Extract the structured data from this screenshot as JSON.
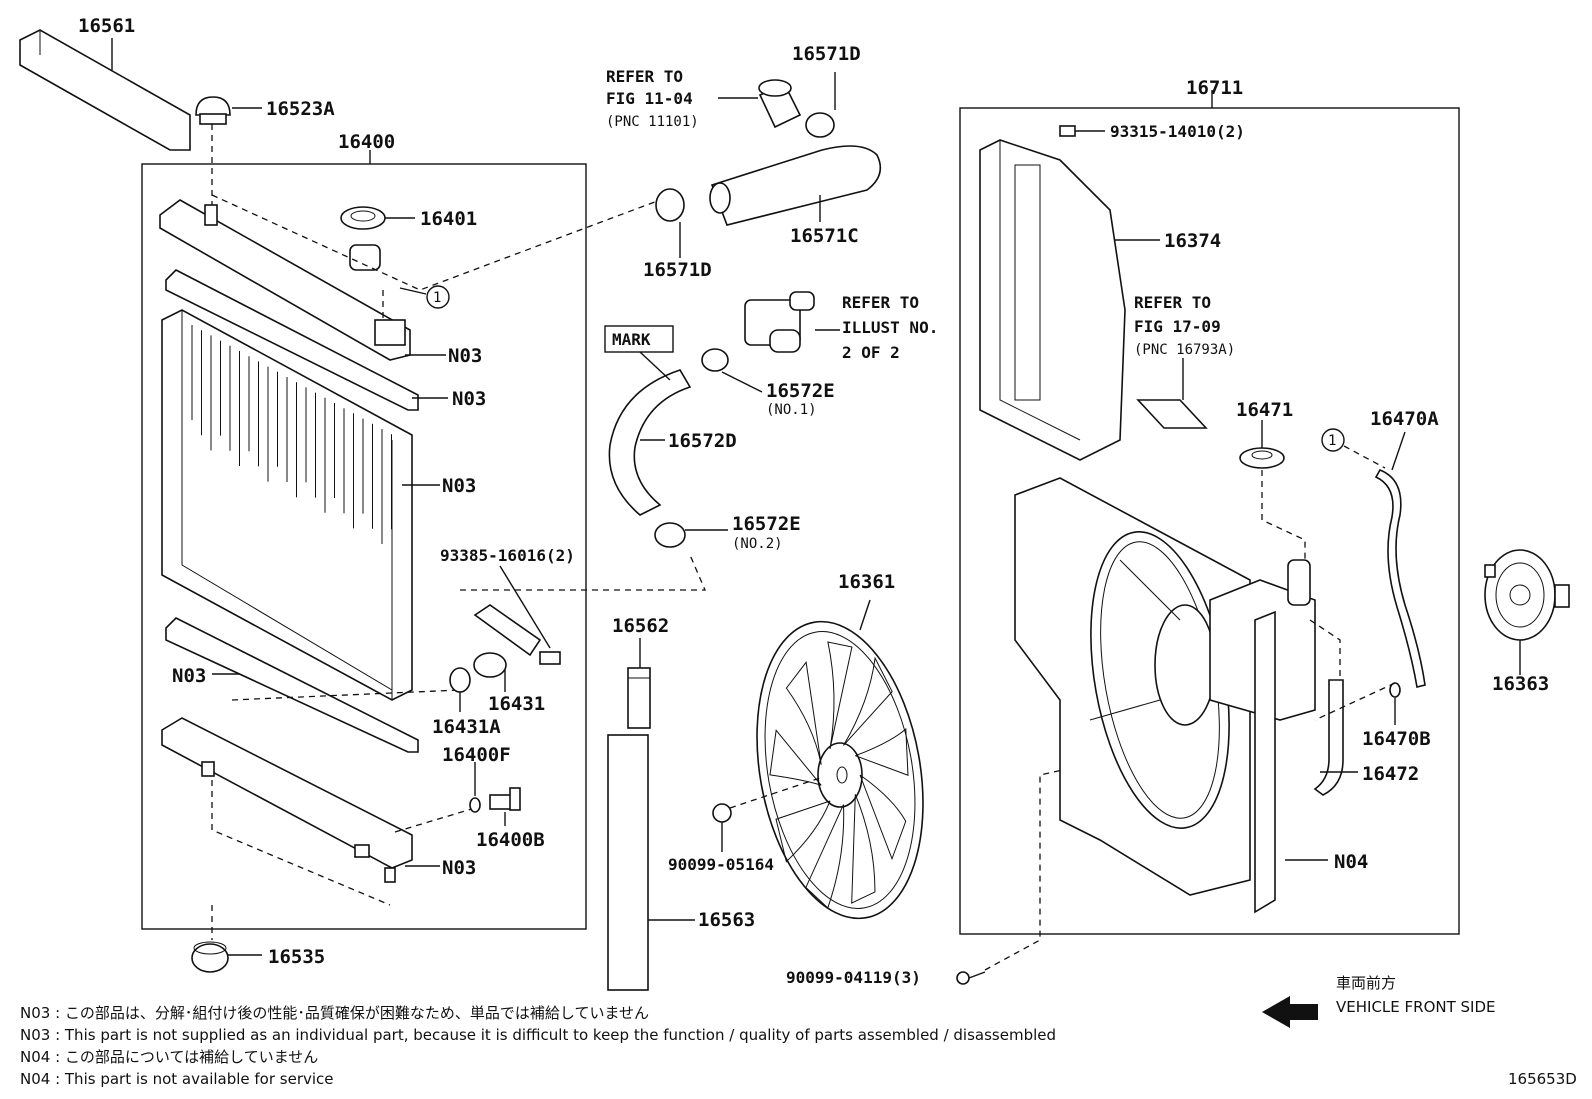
{
  "labels": {
    "p16561": "16561",
    "p16523A": "16523A",
    "p16400": "16400",
    "p16401": "16401",
    "pN03a": "N03",
    "pN03b": "N03",
    "pN03c": "N03",
    "pN03d": "N03",
    "pN03e": "N03",
    "p93385": "93385-16016(2)",
    "p16431": "16431",
    "p16431A": "16431A",
    "p16400F": "16400F",
    "p16400B": "16400B",
    "p16535": "16535",
    "p16571D_top": "16571D",
    "p16571C": "16571C",
    "p16571D_bot": "16571D",
    "mark": "MARK",
    "p16572D": "16572D",
    "p16572E_1": "16572E",
    "p16572E_1sub": "(NO.1)",
    "p16572E_2": "16572E",
    "p16572E_2sub": "(NO.2)",
    "p16562": "16562",
    "p16563": "16563",
    "p16361": "16361",
    "p90099_05164": "90099-05164",
    "p90099_04119": "90099-04119(3)",
    "p16711": "16711",
    "p93315": "93315-14010(2)",
    "p16374": "16374",
    "p16471": "16471",
    "p16470A": "16470A",
    "p16470B": "16470B",
    "p16472": "16472",
    "pN04": "N04",
    "p16363": "16363",
    "callout1": "1",
    "callout2": "1"
  },
  "references": {
    "ref1_line1": "REFER TO",
    "ref1_line2": "FIG 11-04",
    "ref1_line3": "(PNC 11101)",
    "ref2_line1": "REFER TO",
    "ref2_line2": "ILLUST NO.",
    "ref2_line3": "2 OF 2",
    "ref3_line1": "REFER TO",
    "ref3_line2": "FIG 17-09",
    "ref3_line3": "(PNC 16793A)"
  },
  "direction": {
    "jp": "車両前方",
    "en": "VEHICLE FRONT SIDE"
  },
  "notes": [
    "N03 : この部品は、分解･組付け後の性能･品質確保が困難なため、単品では補給していません",
    "N03 : This part is not supplied as an individual part, because it is difficult to keep the function / quality of parts assembled / disassembled",
    "N04 : この部品については補給していません",
    "N04 : This part is not available for service"
  ],
  "diagram_id": "165653D"
}
